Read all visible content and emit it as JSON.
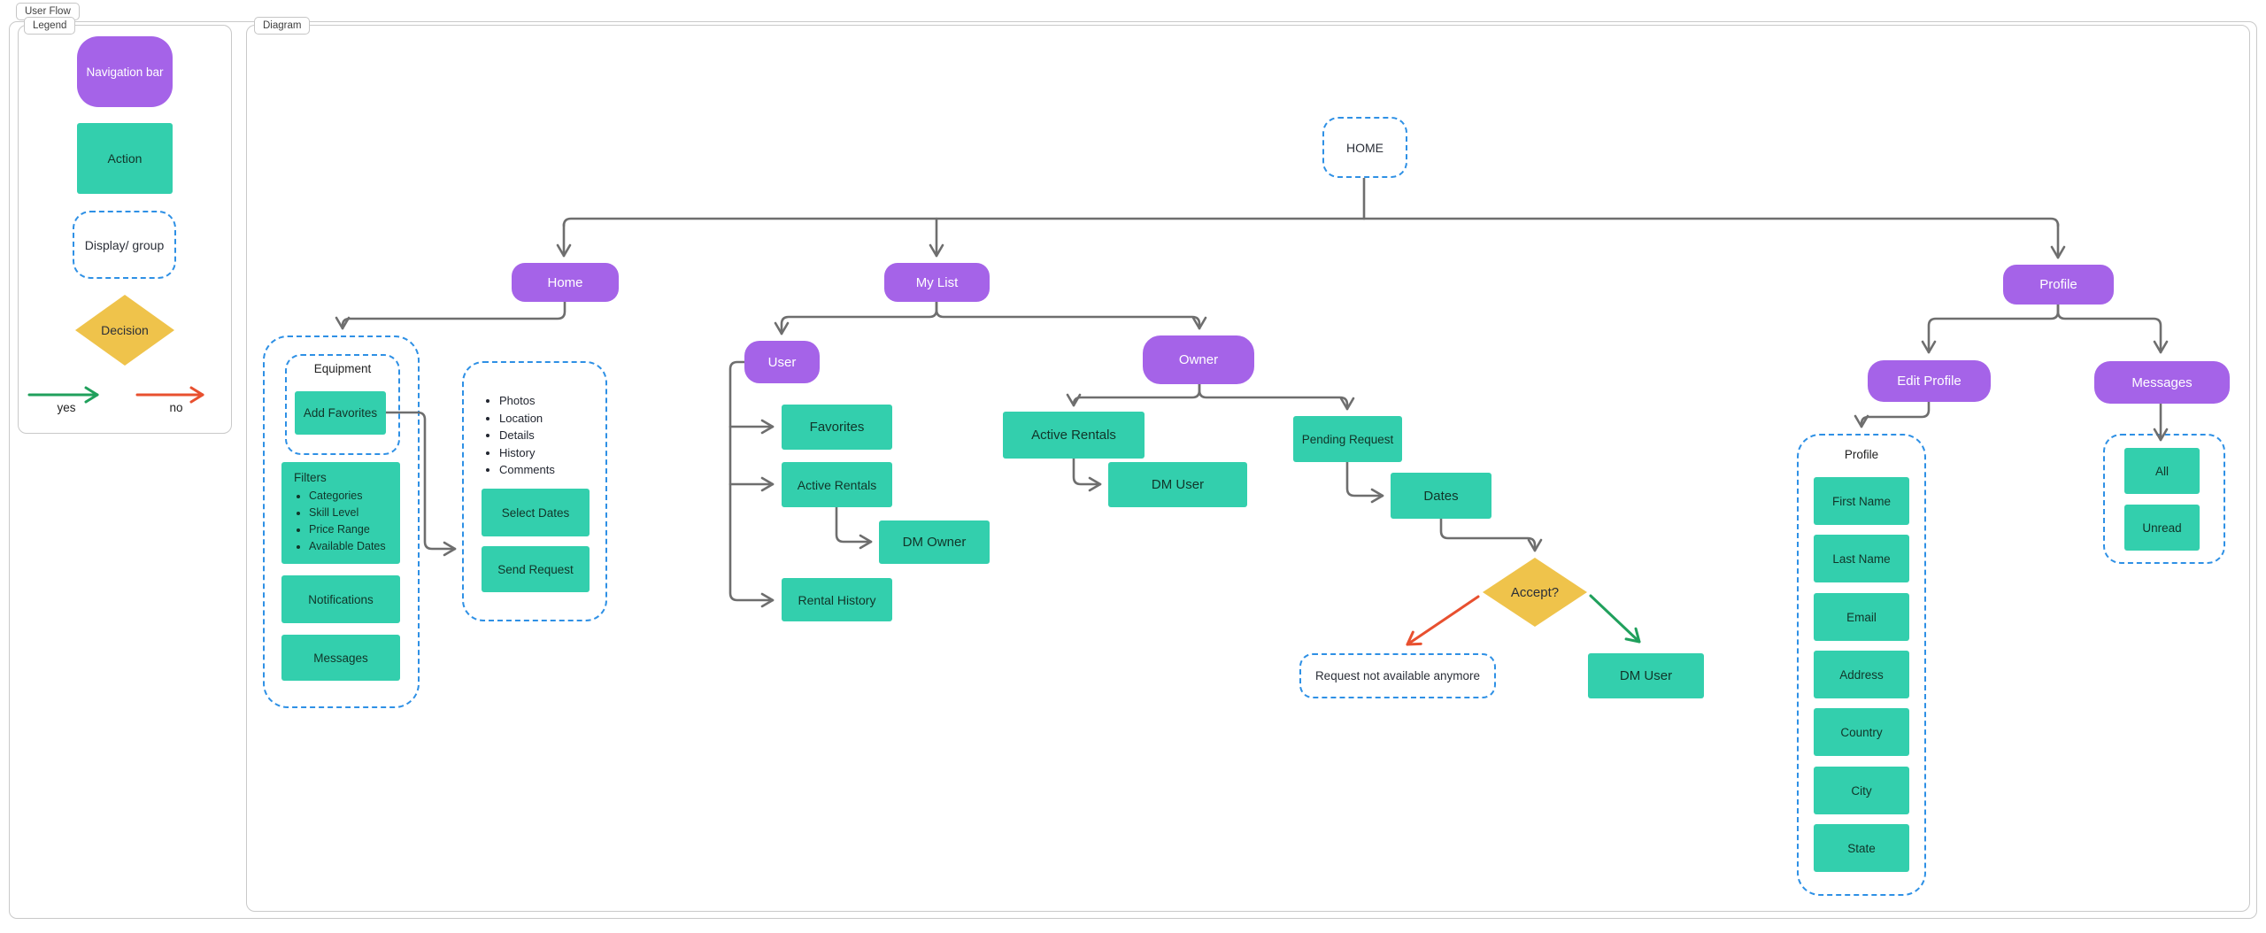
{
  "frame": {
    "title": "User Flow"
  },
  "legend": {
    "tag": "Legend",
    "navigation_bar": "Navigation bar",
    "action": "Action",
    "display_group": "Display/ group",
    "decision": "Decision",
    "yes": "yes",
    "no": "no"
  },
  "diagram": {
    "tag": "Diagram",
    "root": "HOME",
    "nav": {
      "home": "Home",
      "my_list": "My List",
      "profile": "Profile"
    },
    "home_branch": {
      "equipment": {
        "label": "Equipment",
        "add_favorites": "Add Favorites"
      },
      "filters": {
        "title": "Filters",
        "items": [
          "Categories",
          "Skill Level",
          "Price Range",
          "Available Dates"
        ]
      },
      "notifications": "Notifications",
      "messages": "Messages",
      "listing": {
        "items": [
          "Photos",
          "Location",
          "Details",
          "History",
          "Comments"
        ],
        "select_dates": "Select Dates",
        "send_request": "Send Request"
      }
    },
    "my_list_branch": {
      "user": {
        "label": "User",
        "favorites": "Favorites",
        "active_rentals": "Active Rentals",
        "dm_owner": "DM Owner",
        "rental_history": "Rental History"
      },
      "owner": {
        "label": "Owner",
        "active_rentals": "Active Rentals",
        "dm_user": "DM User",
        "pending_request": "Pending Request",
        "dates": "Dates",
        "accept": "Accept?",
        "request_unavailable": "Request not available anymore",
        "dm_user_accepted": "DM User"
      }
    },
    "profile_branch": {
      "edit_profile": "Edit Profile",
      "messages": "Messages",
      "profile_group": {
        "label": "Profile",
        "fields": [
          "First Name",
          "Last Name",
          "Email",
          "Address",
          "Country",
          "City",
          "State"
        ]
      },
      "messages_group": {
        "all": "All",
        "unread": "Unread"
      }
    }
  },
  "colors": {
    "purple": "#a563e8",
    "teal": "#33cfad",
    "yellow": "#efc34b",
    "dashed_blue": "#2e90e5",
    "connector_gray": "#6e6e6e",
    "yes_green": "#20a05c",
    "no_red": "#e8502f"
  }
}
